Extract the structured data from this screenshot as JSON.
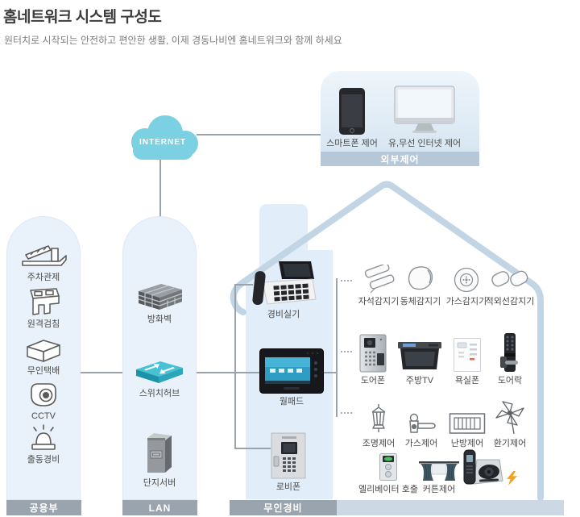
{
  "page": {
    "title": "홈네트워크 시스템 구성도",
    "subtitle": "원터치로 시작되는 안전하고 편안한 생활, 이제 경동나비엔 홈네트워크와 함께 하세요"
  },
  "internet": {
    "label": "INTERNET"
  },
  "external": {
    "title": "외부제어",
    "items": [
      {
        "label": "스마트폰 제어",
        "icon": "smartphone-icon"
      },
      {
        "label": "유,무선 인터넷 제어",
        "icon": "desktop-monitor-icon"
      }
    ]
  },
  "public": {
    "title": "공용부",
    "items": [
      {
        "label": "주차관제",
        "icon": "parking-gate-icon"
      },
      {
        "label": "원격검침",
        "icon": "remote-meter-icon"
      },
      {
        "label": "무인택배",
        "icon": "parcel-box-icon"
      },
      {
        "label": "CCTV",
        "icon": "cctv-dome-icon"
      },
      {
        "label": "출동경비",
        "icon": "siren-icon"
      }
    ]
  },
  "lan": {
    "title": "LAN",
    "items": [
      {
        "label": "방화벽",
        "icon": "firewall-icon"
      },
      {
        "label": "스위치허브",
        "icon": "switch-hub-icon"
      },
      {
        "label": "단지서버",
        "icon": "server-tower-icon"
      }
    ]
  },
  "security": {
    "title": "무인경비",
    "backbone": [
      {
        "label": "경비실기",
        "icon": "guard-room-phone-icon"
      },
      {
        "label": "월패드",
        "icon": "wallpad-icon"
      },
      {
        "label": "로비폰",
        "icon": "lobby-phone-icon"
      }
    ],
    "rows": [
      {
        "items": [
          {
            "label": "자석감지기"
          },
          {
            "label": "동체감지기"
          },
          {
            "label": "가스감지기"
          },
          {
            "label": "적외선감지기"
          }
        ]
      },
      {
        "items": [
          {
            "label": "도어폰"
          },
          {
            "label": "주방TV"
          },
          {
            "label": "욕실폰"
          },
          {
            "label": "도어락"
          }
        ]
      },
      {
        "items": [
          {
            "label": "조명제어"
          },
          {
            "label": "가스제어"
          },
          {
            "label": "난방제어"
          },
          {
            "label": "환기제어"
          }
        ]
      },
      {
        "items": [
          {
            "label": "엘리베이터 호출"
          },
          {
            "label": "커튼제어"
          }
        ]
      }
    ]
  },
  "colors": {
    "cloud": "#7bd0e2",
    "connector": "#9aa3ac",
    "section_bar": "#9aa4ae",
    "section_bar_light": "#ccd9e4",
    "column_bg": "#e9f2fa",
    "house_stroke": "#c2d5e4",
    "house_fill": "#e1eefa",
    "external_bar": "#b6c8d7"
  }
}
